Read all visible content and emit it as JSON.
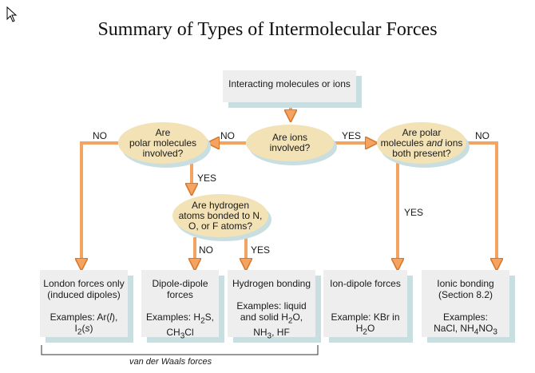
{
  "title": "Summary of Types of Intermolecular Forces",
  "start": "Interacting molecules or ions",
  "questions": {
    "ions": [
      "Are ions",
      "involved?"
    ],
    "polar": [
      "Are",
      "polar molecules",
      "involved?"
    ],
    "polar_ions": [
      "Are polar",
      "molecules and ions",
      "both present?"
    ],
    "hydrogen": [
      "Are hydrogen",
      "atoms bonded to N,",
      "O, or F atoms?"
    ]
  },
  "labels": {
    "yes": "YES",
    "no": "NO"
  },
  "results": {
    "london": {
      "name": [
        "London forces only",
        "(induced dipoles)"
      ],
      "examples": [
        "Examples: Ar(l),",
        "I2(s)"
      ]
    },
    "dipole": {
      "name": [
        "Dipole-dipole",
        "forces"
      ],
      "examples": [
        "Examples: H2S,",
        "CH3Cl"
      ]
    },
    "hbond": {
      "name": [
        "Hydrogen bonding"
      ],
      "examples": [
        "Examples: liquid",
        "and solid H2O,",
        "NH3, HF"
      ]
    },
    "iondipole": {
      "name": [
        "Ion-dipole forces"
      ],
      "examples": [
        "Example: KBr in",
        "H2O"
      ]
    },
    "ionic": {
      "name": [
        "Ionic bonding",
        "(Section 8.2)"
      ],
      "examples": [
        "Examples:",
        "NaCl, NH4NO3"
      ]
    }
  },
  "group_label": "van der Waals forces",
  "colors": {
    "arrow": "#f4a460",
    "arrow_outline": "#d9772b",
    "oval": "#f2e2b6",
    "box": "#eeeeee",
    "shadow": "#c9dee0"
  }
}
